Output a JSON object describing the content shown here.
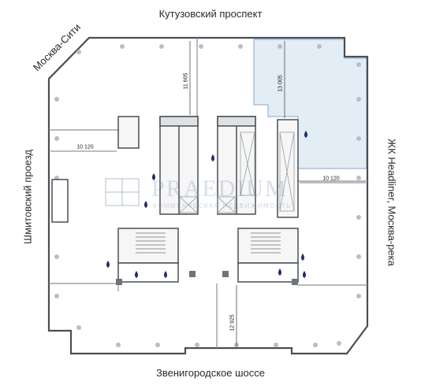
{
  "streets": {
    "top": "Кутузовский проспект",
    "bottom": "Звенигородское шоссе",
    "left": "Шмитовский проезд",
    "right": "ЖК Headliner, Москва-река",
    "corner": "Москва-Сити"
  },
  "dimensions": {
    "d1": "11 605",
    "d2": "13 005",
    "d3": "10 120",
    "d4": "10 120",
    "d5": "12 925"
  },
  "watermark": {
    "brand": "PRAEDIUM",
    "tagline": "КОММЕРЧЕСКАЯ НЕДВИЖИМОСТЬ"
  },
  "colors": {
    "wall": "#4a4f55",
    "highlight_zone": "#e3edf6",
    "core": "#f4f4f4",
    "drop": "#1f2f66"
  }
}
